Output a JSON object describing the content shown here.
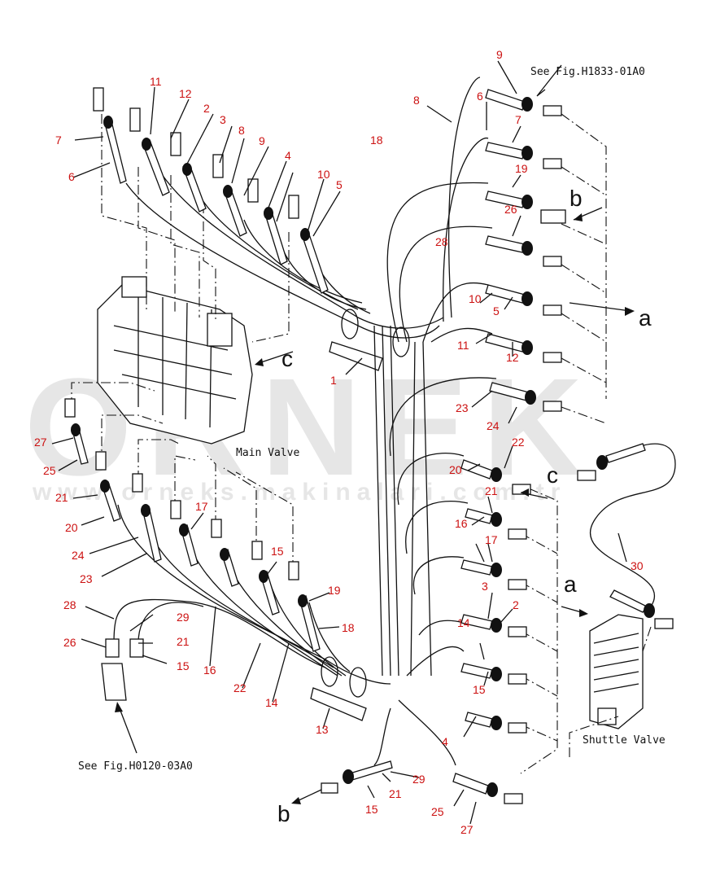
{
  "watermark": {
    "brand": "ORNEK",
    "url": "www.orneks.makinalari.com.tr"
  },
  "labels": {
    "main_valve": "Main Valve",
    "shuttle_valve": "Shuttle Valve",
    "ref_top": "See Fig.H1833-01A0",
    "ref_bottom": "See Fig.H0120-03A0"
  },
  "arrows": {
    "a_right": "a",
    "a_lower": "a",
    "b_top": "b",
    "b_bottom": "b",
    "c_left": "c",
    "c_right": "c"
  },
  "callouts": [
    "1",
    "2",
    "3",
    "4",
    "5",
    "6",
    "7",
    "8",
    "9",
    "10",
    "11",
    "12",
    "13",
    "14",
    "15",
    "16",
    "17",
    "18",
    "19",
    "20",
    "21",
    "22",
    "23",
    "24",
    "25",
    "26",
    "27",
    "28",
    "29",
    "30"
  ],
  "colors": {
    "callout": "#cc1111",
    "line": "#111111",
    "watermark": "#e6e6e6"
  }
}
